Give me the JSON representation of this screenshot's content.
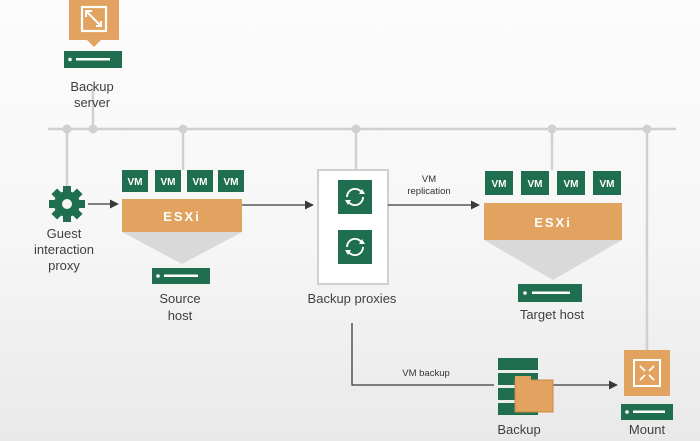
{
  "colors": {
    "green": "#1f6e4f",
    "orange": "#e1a35f",
    "orange_dark": "#c98a45",
    "funnel": "#d9d9d9",
    "line": "#d0d0d0",
    "arrow": "#3a3a3a"
  },
  "backup_server": {
    "label_line1": "Backup",
    "label_line2": "server",
    "icon": "backup-server-icon"
  },
  "guest_proxy": {
    "label_line1": "Guest",
    "label_line2": "interaction",
    "label_line3": "proxy",
    "icon": "gear-icon"
  },
  "source_host": {
    "vm_labels": [
      "VM",
      "VM",
      "VM",
      "VM"
    ],
    "esxi_label": "ESXi",
    "label_line1": "Source",
    "label_line2": "host"
  },
  "backup_proxies": {
    "label": "Backup proxies",
    "icon": "sync-icon"
  },
  "target_host": {
    "vm_labels": [
      "VM",
      "VM",
      "VM",
      "VM"
    ],
    "esxi_label": "ESXi",
    "label": "Target host"
  },
  "flows": {
    "replication_line1": "VM",
    "replication_line2": "replication",
    "backup": "VM backup"
  },
  "repository": {
    "label": "Backup",
    "icon": "repository-icon"
  },
  "mount": {
    "label": "Mount",
    "icon": "mount-server-icon"
  }
}
